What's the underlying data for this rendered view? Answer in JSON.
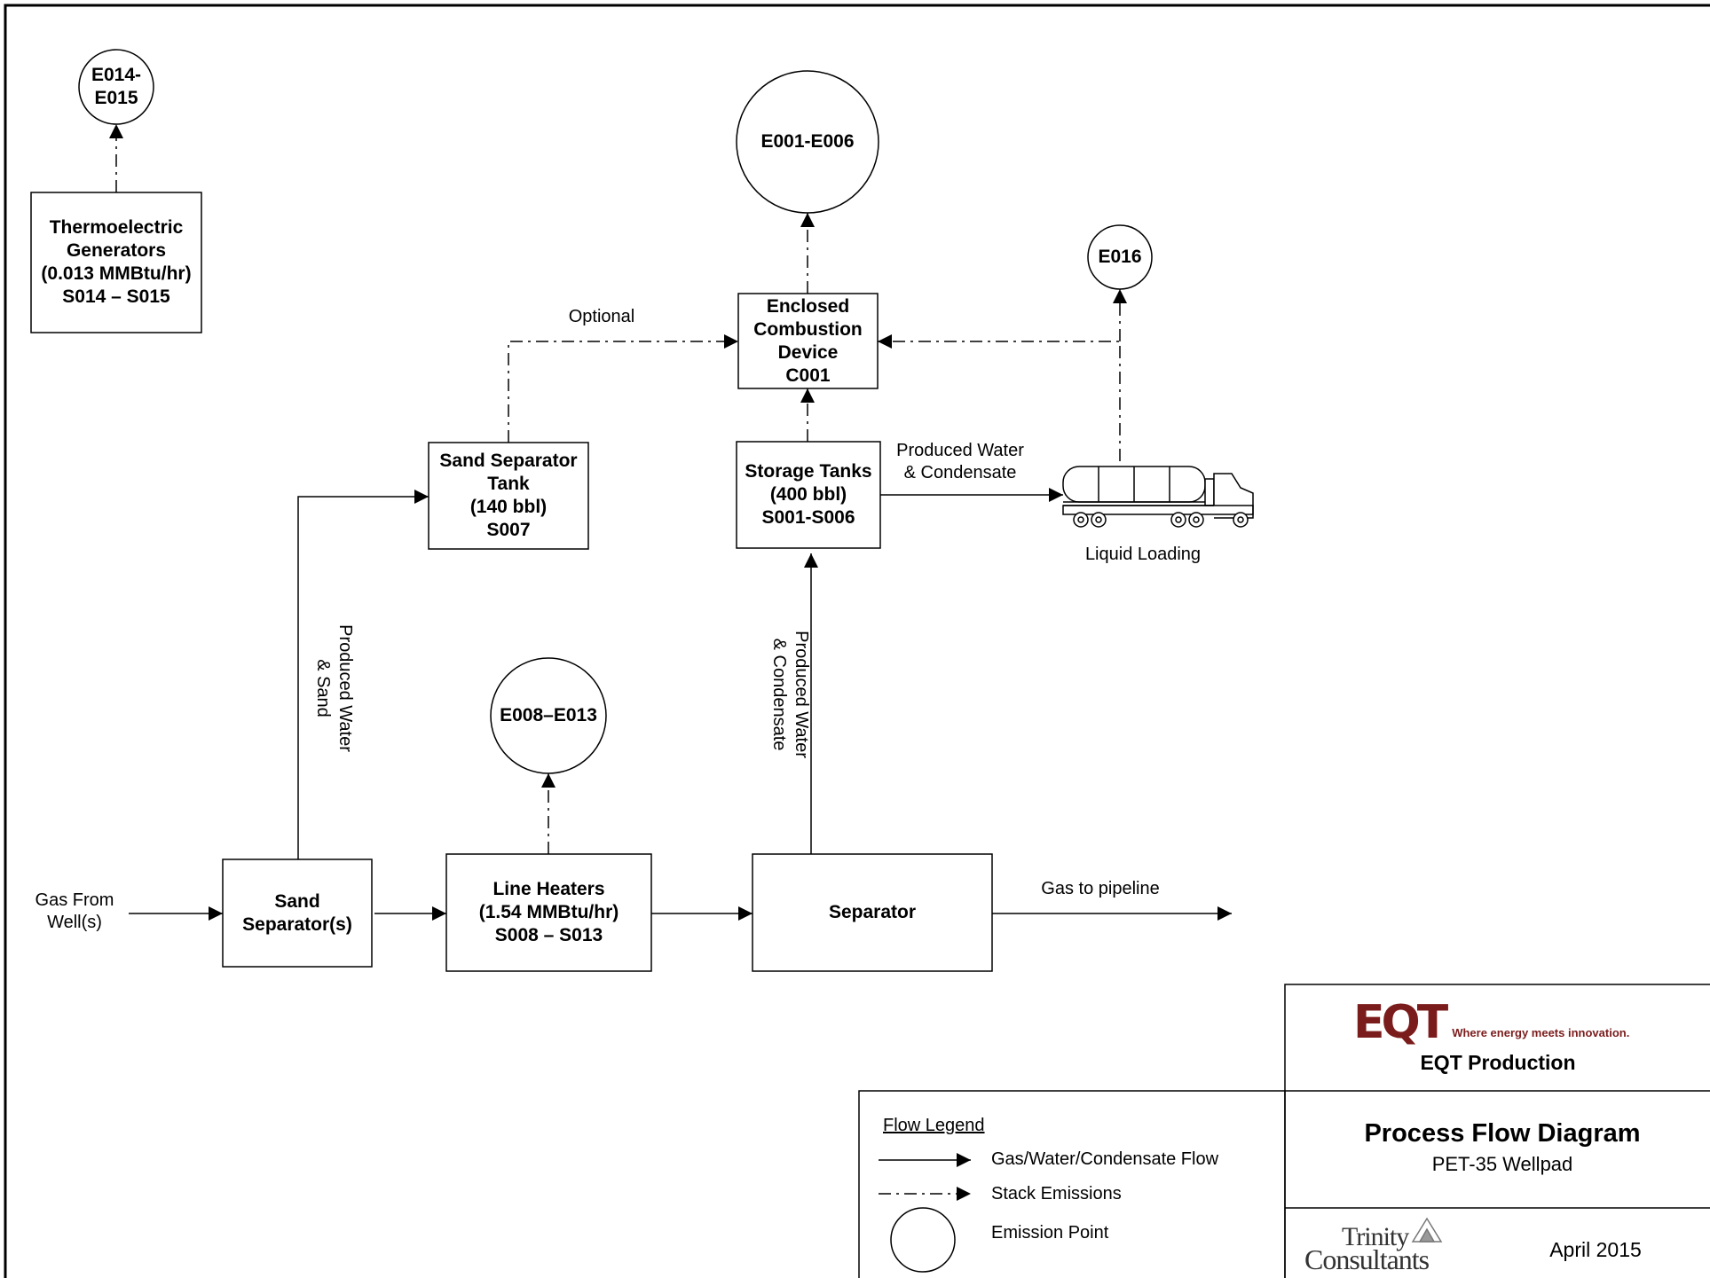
{
  "emission_points": {
    "e014_e015": [
      "E014-",
      "E015"
    ],
    "e001_e006": "E001-E006",
    "e016": "E016",
    "e008_e013": "E008–E013"
  },
  "units": {
    "thermoelectric": [
      "Thermoelectric",
      "Generators",
      "(0.013 MMBtu/hr)",
      "S014 – S015"
    ],
    "combustion": [
      "Enclosed",
      "Combustion",
      "Device",
      "C001"
    ],
    "sand_sep_tank": [
      "Sand Separator",
      "Tank",
      "(140 bbl)",
      "S007"
    ],
    "storage_tanks": [
      "Storage Tanks",
      "(400 bbl)",
      "S001-S006"
    ],
    "sand_separator": [
      "Sand",
      "Separator(s)"
    ],
    "line_heaters": [
      "Line Heaters",
      "(1.54 MMBtu/hr)",
      "S008 – S013"
    ],
    "separator": "Separator"
  },
  "flow_labels": {
    "optional": "Optional",
    "produced_water_condensate_h": [
      "Produced Water",
      "& Condensate"
    ],
    "liquid_loading": "Liquid Loading",
    "gas_from_wells": [
      "Gas From",
      "Well(s)"
    ],
    "gas_to_pipeline": "Gas to pipeline",
    "produced_water_sand_v": [
      "Produced  Water",
      "& Sand"
    ],
    "produced_water_condensate_v": [
      "Produced  Water",
      "& Condensate"
    ]
  },
  "legend": {
    "title": "Flow Legend",
    "solid": "Gas/Water/Condensate Flow",
    "dashed": "Stack Emissions",
    "circle": "Emission Point"
  },
  "title_block": {
    "company": "EQT Production",
    "logo_text": "EQT",
    "logo_tagline": "Where energy meets innovation.",
    "title": "Process Flow Diagram",
    "subtitle": "PET-35 Wellpad",
    "consultant_logo": [
      "Trinity",
      "Consultants"
    ],
    "date": "April 2015"
  },
  "colors": {
    "line": "#000000",
    "eqt_brand": "#7b1c1c",
    "eqt_accent": "#f0a020"
  }
}
